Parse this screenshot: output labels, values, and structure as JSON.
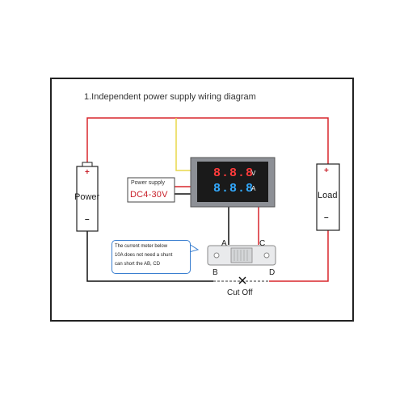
{
  "title": "1.Independent power supply wiring diagram",
  "power": {
    "label": "Power",
    "plus": "+",
    "minus": "–"
  },
  "load": {
    "label": "Load",
    "plus": "+",
    "minus": "–"
  },
  "supply": {
    "label": "Power supply",
    "range": "DC4-30V"
  },
  "meter": {
    "voltage_reading": "8.8.8",
    "voltage_unit": "V",
    "current_reading": "8.8.8",
    "current_unit": "A"
  },
  "shunt_pins": {
    "a": "A",
    "b": "B",
    "c": "C",
    "d": "D"
  },
  "cut": {
    "symbol": "×",
    "label": "Cut Off"
  },
  "note": [
    "The current meter below",
    "10A does not need a shunt",
    "can short the AB, CD"
  ],
  "colors": {
    "wire_red": "#d9262c",
    "wire_black": "#111111",
    "wire_yellow": "#e8d84a",
    "meter_body": "#1a1a1a",
    "note_border": "#3a7fd0"
  }
}
